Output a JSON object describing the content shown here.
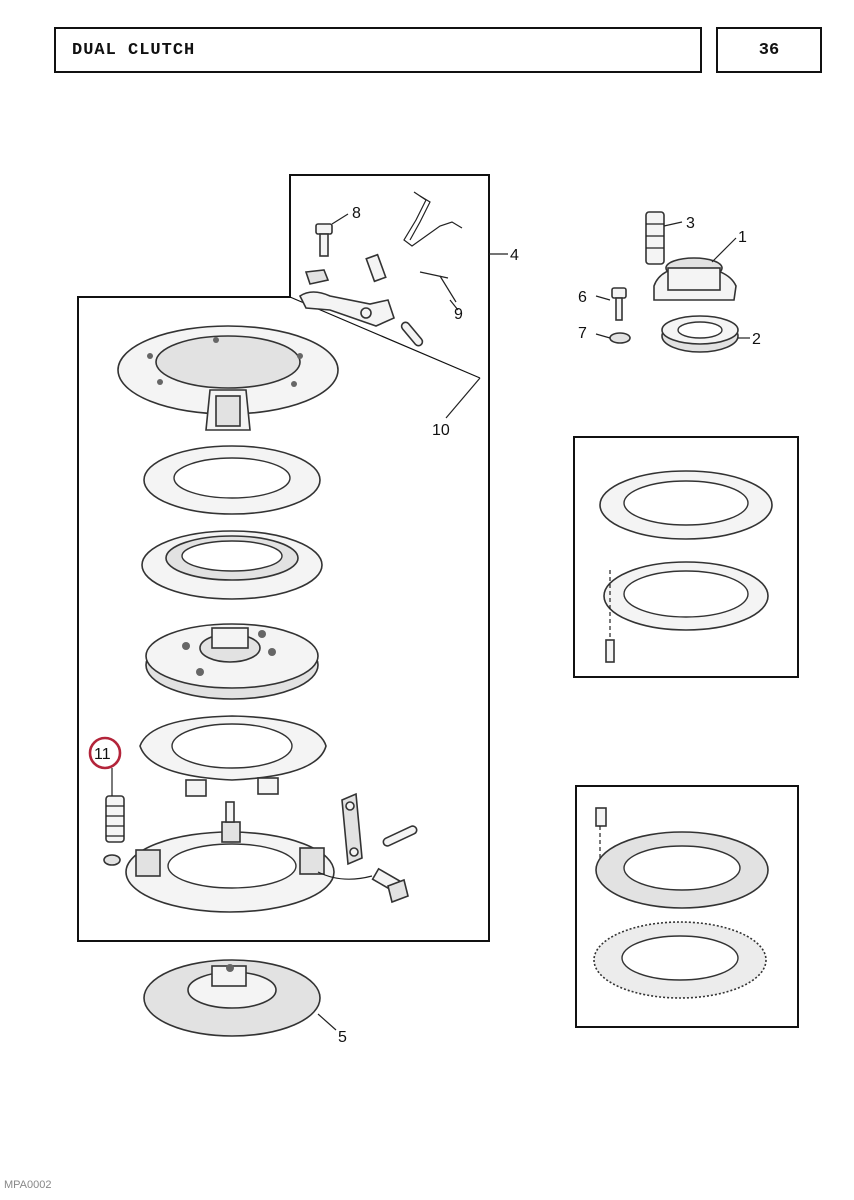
{
  "header": {
    "title": "DUAL CLUTCH",
    "page_number": "36"
  },
  "footer": {
    "code": "MPA0002"
  },
  "callouts": [
    {
      "id": "1",
      "label": "1"
    },
    {
      "id": "2",
      "label": "2"
    },
    {
      "id": "3",
      "label": "3"
    },
    {
      "id": "4",
      "label": "4"
    },
    {
      "id": "5",
      "label": "5"
    },
    {
      "id": "6",
      "label": "6"
    },
    {
      "id": "7",
      "label": "7"
    },
    {
      "id": "8",
      "label": "8"
    },
    {
      "id": "9",
      "label": "9"
    },
    {
      "id": "10",
      "label": "10"
    },
    {
      "id": "11",
      "label": "11",
      "highlighted": true
    }
  ],
  "colors": {
    "line": "#333333",
    "highlight": "#b3243a",
    "background": "#ffffff"
  }
}
